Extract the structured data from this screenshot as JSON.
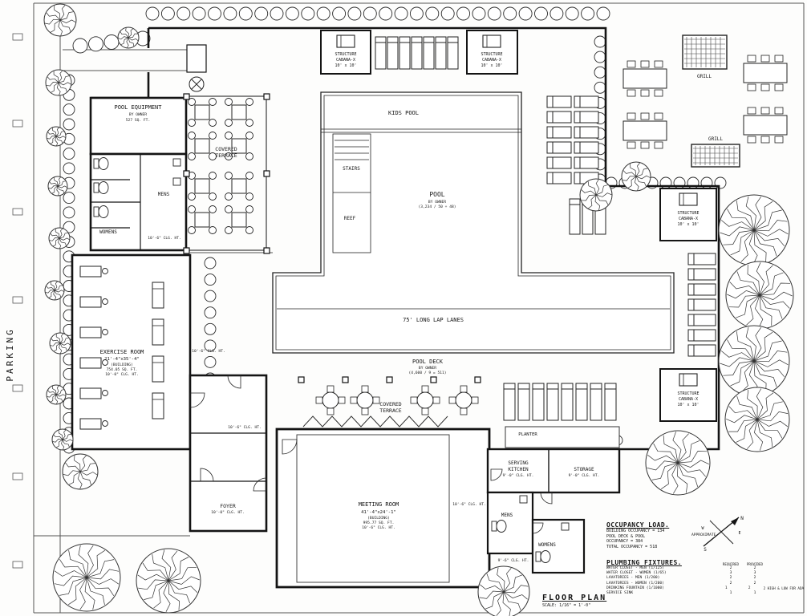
{
  "title_block": {
    "title": "FLOOR PLAN",
    "scale": "SCALE: 1/16\" = 1'-0\""
  },
  "site": {
    "parking": "PARKING"
  },
  "labels": {
    "pool_equipment": [
      "POOL EQUIPMENT",
      "BY OWNER",
      "527 SQ. FT."
    ],
    "covered_terrace": [
      "COVERED",
      "TERRACE"
    ],
    "mens": "MENS",
    "womens": "WOMENS",
    "kids_pool": "KIDS POOL",
    "stairs": "STAIRS",
    "reef": "REEF",
    "pool": [
      "POOL",
      "BY OWNER",
      "(3,234 / 50 + 48)"
    ],
    "lap_lanes": "75' LONG LAP LANES",
    "pool_deck": [
      "POOL DECK",
      "BY OWNER",
      "(4,600 / 9 = 511)"
    ],
    "exercise_room": [
      "EXERCISE ROOM",
      "21'-4\"x35'-4\"",
      "(BUILDING)",
      "754.05 SQ. FT.",
      "10'-0\" CLG. HT."
    ],
    "meeting_room": [
      "MEETING ROOM",
      "41'-4\"x24'-1\"",
      "(BUILDING)",
      "995.77 SQ. FT.",
      "10'-6\" CLG. HT."
    ],
    "foyer": [
      "FOYER",
      "10'-0\" CLG. HT."
    ],
    "serving_kitchen": [
      "SERVING",
      "KITCHEN",
      "9'-0\" CLG. HT."
    ],
    "storage": [
      "STORAGE",
      "9'-0\" CLG. HT."
    ],
    "planter": "PLANTER",
    "cabana": [
      "STRUCTURE",
      "CABANA-X",
      "10' x 10'"
    ],
    "grill": "GRILL",
    "clg_note": "10'-6\" CLG. HT.",
    "clg_note_small": "9'-6\" CLG. HT."
  },
  "compass": {
    "n": "N",
    "s": "S",
    "e": "E",
    "w": "W"
  },
  "occupancy": {
    "title": "OCCUPANCY LOAD.",
    "rows": [
      "BUILDING OCCUPANCY = 134",
      "POOL DECK & POOL",
      "OCCUPANCY = 384",
      "TOTAL OCCUPANCY = 518"
    ],
    "note": "APPROXIMATE"
  },
  "plumbing": {
    "title": "PLUMBING FIXTURES.",
    "col_required": "REQUIRED",
    "col_provided": "PROVIDED",
    "rows": [
      {
        "label": "WATER CLOSET - MEN (1/125)",
        "req": "2",
        "prov": "2",
        "note": ""
      },
      {
        "label": "WATER CLOSET - WOMEN (1/65)",
        "req": "3",
        "prov": "3",
        "note": ""
      },
      {
        "label": "LAVATORIES - MEN (1/200)",
        "req": "2",
        "prov": "2",
        "note": ""
      },
      {
        "label": "LAVATORIES - WOMEN (1/200)",
        "req": "2",
        "prov": "2",
        "note": ""
      },
      {
        "label": "DRINKING FOUNTAIN (1/1000)",
        "req": "1",
        "prov": "2",
        "note": "2 HIGH & LOW FOR ADA"
      },
      {
        "label": "SERVICE SINK",
        "req": "1",
        "prov": "1",
        "note": ""
      }
    ]
  }
}
